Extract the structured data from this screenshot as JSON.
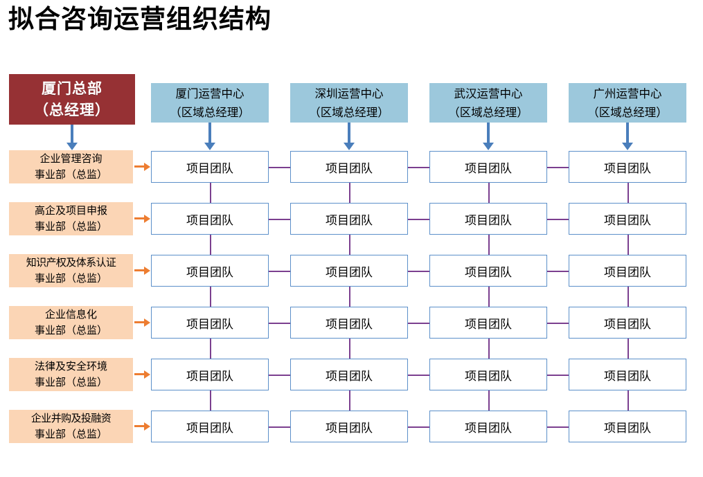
{
  "title": "拟合咨询运营组织结构",
  "headquarters": {
    "line1": "厦门总部",
    "line2": "（总经理）",
    "color": "#963134",
    "text_color": "#FFFFFF"
  },
  "centers": [
    {
      "name": "厦门运营中心",
      "role": "（区域总经理）"
    },
    {
      "name": "深圳运营中心",
      "role": "（区域总经理）"
    },
    {
      "name": "武汉运营中心",
      "role": "（区域总经理）"
    },
    {
      "name": "广州运营中心",
      "role": "（区域总经理）"
    }
  ],
  "centers_color": "#9CC8DC",
  "departments": [
    {
      "line1": "企业管理咨询",
      "line2": "事业部（总监）"
    },
    {
      "line1": "高企及项目申报",
      "line2": "事业部（总监）"
    },
    {
      "line1": "知识产权及体系认证",
      "line2": "事业部（总监）"
    },
    {
      "line1": "企业信息化",
      "line2": "事业部（总监）"
    },
    {
      "line1": "法律及安全环境",
      "line2": "事业部（总监）"
    },
    {
      "line1": "企业并购及投融资",
      "line2": "事业部（总监）"
    }
  ],
  "departments_color": "#FBD5B5",
  "team_label": "项目团队",
  "teams": [
    [
      "项目团队",
      "项目团队",
      "项目团队",
      "项目团队"
    ],
    [
      "项目团队",
      "项目团队",
      "项目团队",
      "项目团队"
    ],
    [
      "项目团队",
      "项目团队",
      "项目团队",
      "项目团队"
    ],
    [
      "项目团队",
      "项目团队",
      "项目团队",
      "项目团队"
    ],
    [
      "项目团队",
      "项目团队",
      "项目团队",
      "项目团队"
    ],
    [
      "项目团队",
      "项目团队",
      "项目团队",
      "项目团队"
    ]
  ],
  "colors": {
    "team_border": "#5B8FC9",
    "connector_blue": "#4A7EBB",
    "connector_purple": "#7B3F8F",
    "arrow_orange": "#ED7D31",
    "background": "#FFFFFF"
  }
}
